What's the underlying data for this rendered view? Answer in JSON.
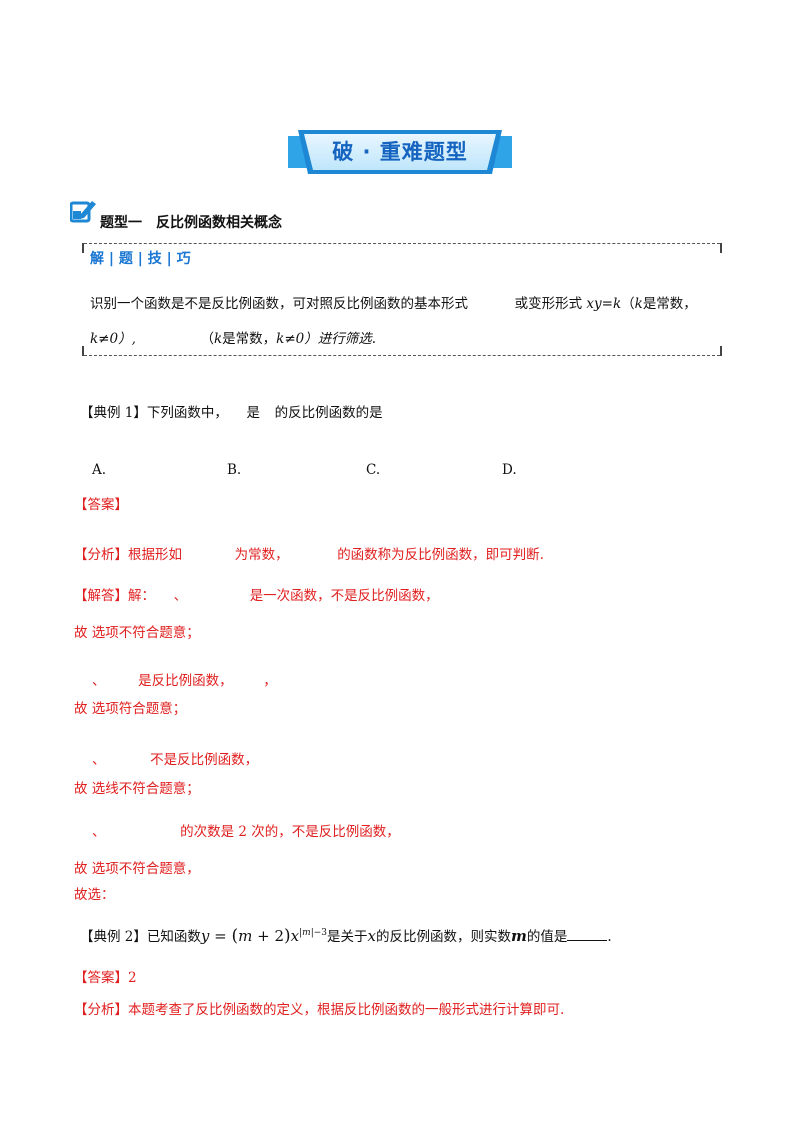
{
  "banner": {
    "title": "破 · 重难题型"
  },
  "section": {
    "label": "题型一",
    "title": "反比例函数相关概念"
  },
  "tip": {
    "heading": "解 | 题 | 技 | 巧",
    "line1_a": "识别一个函数是不是反比例函数，可对照反比例函数的基本形式",
    "line1_b": "或变形形式",
    "line1_formula": "xy=k",
    "line1_c": "（",
    "line1_k": "k",
    "line1_d": "是常数，",
    "line2_a": "k≠0）,",
    "line2_b": "（",
    "line2_k": "k",
    "line2_c": "是常数，",
    "line2_d": "k≠0）进行筛选."
  },
  "example1": {
    "label": "【典例 1】",
    "question_a": "下列函数中，",
    "question_b": "是",
    "question_c": "的反比例函数的是",
    "options": [
      "A.",
      "B.",
      "C.",
      "D."
    ],
    "answer_label": "【答案】",
    "analysis_label": "【分析】",
    "analysis_a": "根据形如",
    "analysis_b": "为常数，",
    "analysis_c": "的函数称为反比例函数，即可判断.",
    "solution_label": "【解答】",
    "solution_a": "解：",
    "solution_b": "、",
    "solution_c": "是一次函数，不是反比例函数，",
    "line_a_conc": "故   选项不符合题意；",
    "line_b_a": "、",
    "line_b_b": "是反比例函数，",
    "line_b_c": "，",
    "line_b_conc": "故   选项符合题意；",
    "line_c_a": "、",
    "line_c_b": "不是反比例函数，",
    "line_c_conc": "故   选线不符合题意；",
    "line_d_a": "、",
    "line_d_b": "的次数是 2 次的，不是反比例函数，",
    "line_d_conc": "故   选项不符合题意，",
    "final": "故选："
  },
  "example2": {
    "label": "【典例 2】",
    "text_a": "已知函数",
    "text_b": "是关于",
    "var_x": "x",
    "text_c": "的反比例函数，则实数",
    "var_m": "m",
    "text_d": "的值是",
    "text_e": ".",
    "answer_label": "【答案】",
    "answer_value": "2",
    "analysis_label": "【分析】",
    "analysis_text": "本题考查了反比例函数的定义，根据反比例函数的一般形式进行计算即可."
  }
}
